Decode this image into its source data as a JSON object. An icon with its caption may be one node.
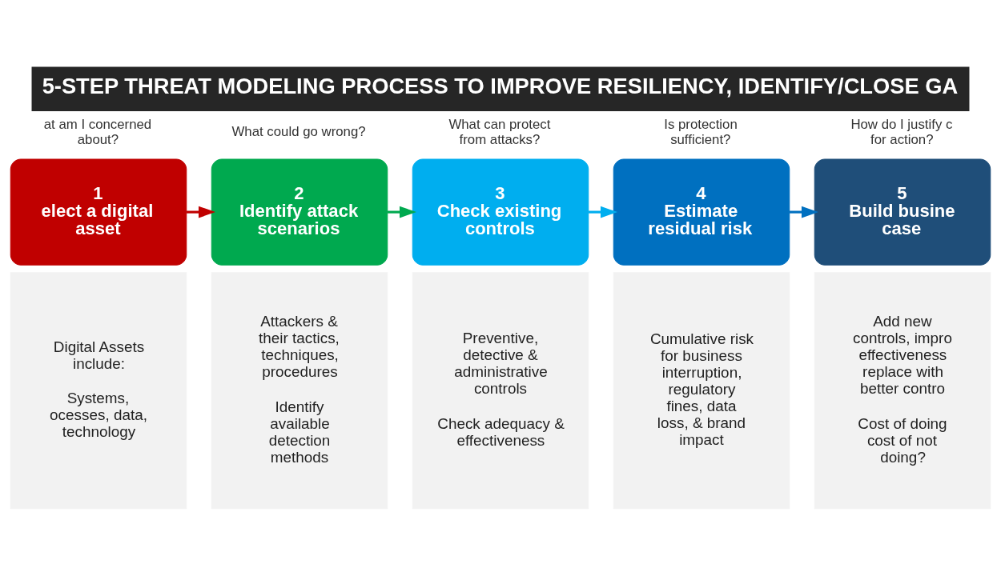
{
  "diagram": {
    "title": "5-STEP THREAT MODELING PROCESS TO IMPROVE RESILIENCY, IDENTIFY/CLOSE GA",
    "nodes": [
      {
        "text": [
          "1",
          "elect a digital asset"
        ],
        "beside": [
          "at am I concerned about?"
        ]
      },
      {
        "text": [
          "Digital Assets include:",
          "Systems, ocesses, data, technology"
        ]
      },
      {
        "text": [
          "2",
          "Identify attack scenarios"
        ],
        "beside": [
          "What could go wrong?"
        ]
      },
      {
        "text": [
          "Attackers & their tactics, techniques, procedures",
          "Identify available detection methods"
        ]
      },
      {
        "text": [
          "3",
          "Check existing controls"
        ],
        "beside": [
          "What can protect from attacks?"
        ]
      },
      {
        "text": [
          "Preventive, detective & administrative controls",
          "Check adequacy & effectiveness"
        ]
      },
      {
        "text": [
          "4",
          "Estimate residual risk"
        ],
        "beside": [
          "Is protection sufficient?"
        ]
      },
      {
        "text": [
          "Cumulative risk for business interruption, regulatory fines, data loss, & brand impact"
        ]
      },
      {
        "text": [
          "5",
          "Build busine case"
        ],
        "beside": [
          "How do I justify c for action?"
        ]
      },
      {
        "text": [
          "Add new controls, impro effectiveness replace with better contro",
          "Cost of doing cost of not doing?"
        ]
      }
    ],
    "edges": [
      {
        "from": 0,
        "to": 2,
        "arrow": "to",
        "color": "#c00000"
      },
      {
        "from": 2,
        "to": 4,
        "arrow": "to",
        "color": "#00a94f"
      },
      {
        "from": 4,
        "to": 6,
        "arrow": "to",
        "color": "#00aeef"
      },
      {
        "from": 6,
        "to": 8,
        "arrow": "to",
        "color": "#0070c0"
      }
    ]
  }
}
